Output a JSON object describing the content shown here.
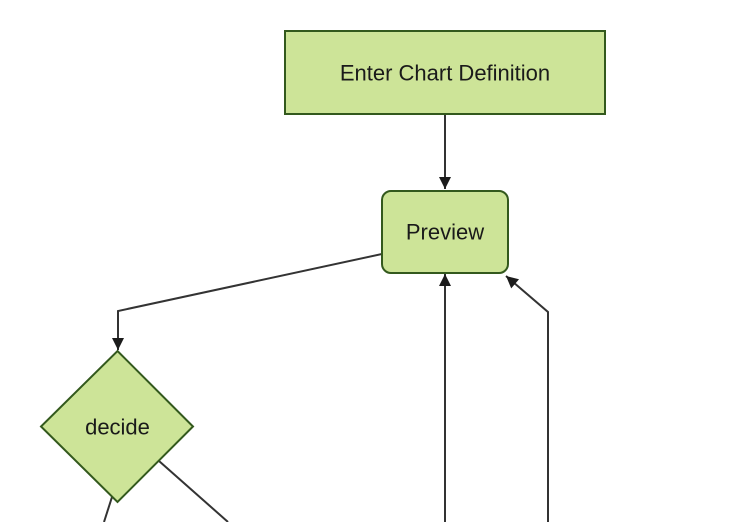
{
  "diagram": {
    "type": "flowchart",
    "orientation": "top-down",
    "nodes": [
      {
        "id": "enter-chart-definition",
        "label": "Enter Chart Definition",
        "shape": "rectangle"
      },
      {
        "id": "preview",
        "label": "Preview",
        "shape": "rounded-rectangle"
      },
      {
        "id": "decide",
        "label": "decide",
        "shape": "diamond"
      }
    ],
    "edges": [
      {
        "from": "enter-chart-definition",
        "to": "preview",
        "arrowhead": true
      },
      {
        "from": "preview",
        "to": "decide",
        "arrowhead": true
      },
      {
        "from": "below-viewport",
        "to": "preview-bottom-center",
        "arrowhead": true
      },
      {
        "from": "below-viewport",
        "to": "preview-bottom-right-corner",
        "arrowhead": true
      },
      {
        "from": "decide",
        "to": "below-viewport-left",
        "arrowhead": false
      },
      {
        "from": "decide",
        "to": "below-viewport-right",
        "arrowhead": false
      }
    ],
    "colors": {
      "background": "#ffffff",
      "node_fill": "#cde498",
      "node_border": "#33591d",
      "edge_line": "#333333",
      "arrowhead": "#1c1c1c",
      "text": "#1a1a1a"
    }
  }
}
